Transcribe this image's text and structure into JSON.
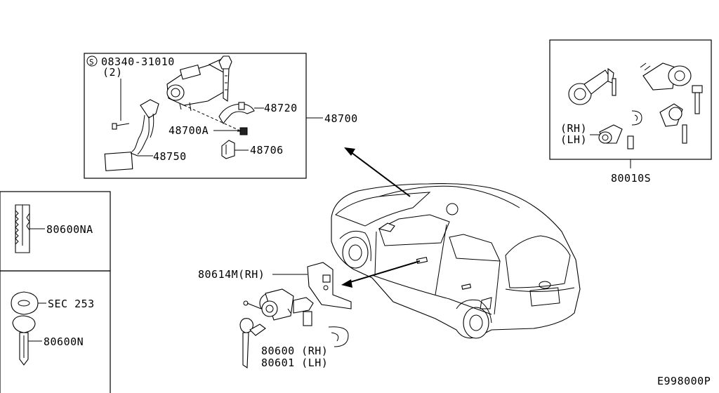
{
  "ignition_box": {
    "screw_code": "08340-31010",
    "screw_qty": "(2)",
    "screw_prefix": "S",
    "lower_shell": "48720",
    "bolt": "48700A",
    "retainer": "48706",
    "harness": "48750",
    "assembly": "48700"
  },
  "lock_set_box": {
    "rh": "(RH)",
    "lh": "(LH)",
    "assembly": "80010S"
  },
  "key_box_top": {
    "blank_key": "80600NA"
  },
  "key_box_bottom": {
    "section_ref": "SEC 253",
    "key": "80600N"
  },
  "door_lock": {
    "bracket": "80614M(RH)",
    "cyl_rh": "80600 (RH)",
    "cyl_lh": "80601 (LH)"
  },
  "diagram_code": "E998000P"
}
